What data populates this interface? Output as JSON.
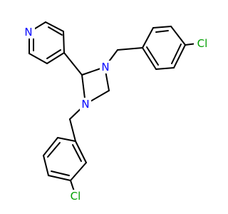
{
  "colors": {
    "nitrogen": "#0000ff",
    "chlorine": "#00a000",
    "bond": "#000000",
    "background": "#ffffff"
  },
  "atoms": {
    "pyridine_n": "N",
    "ring_n_top": "N",
    "ring_n_bottom": "N",
    "cl_top": "Cl",
    "cl_bottom": "Cl"
  }
}
